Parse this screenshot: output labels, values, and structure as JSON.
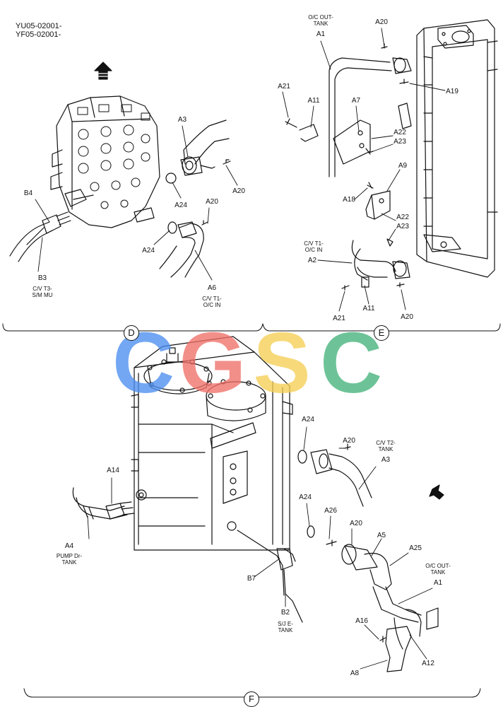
{
  "header": {
    "codes": [
      "YU05-02001-",
      "YF05-02001-"
    ]
  },
  "watermark": {
    "letters": [
      "C",
      "G",
      "S",
      "C"
    ],
    "colors": [
      "#4d8ff0",
      "#f07068",
      "#f5cf55",
      "#45b37a"
    ]
  },
  "views": [
    {
      "letter": "D"
    },
    {
      "letter": "E"
    },
    {
      "letter": "F"
    }
  ],
  "labels": {
    "A3_d": "A3",
    "A20_d1": "A20",
    "A24_d1": "A24",
    "A20_d2": "A20",
    "A24_d2": "A24",
    "A6": "A6",
    "B4": "B4",
    "B3": "B3",
    "A20_e1": "A20",
    "A1_e": "A1",
    "A19": "A19",
    "A21_e1": "A21",
    "A11_e1": "A11",
    "A7": "A7",
    "A22_e1": "A22",
    "A23_e1": "A23",
    "A9": "A9",
    "A18": "A18",
    "A22_e2": "A22",
    "A23_e2": "A23",
    "A2": "A2",
    "A21_e2": "A21",
    "A11_e2": "A11",
    "A20_e2": "A20",
    "A24_f1": "A24",
    "A20_f1": "A20",
    "A3_f": "A3",
    "A14": "A14",
    "A24_f2": "A24",
    "A26": "A26",
    "A20_f2": "A20",
    "A5": "A5",
    "A25": "A25",
    "A1_f": "A1",
    "A4": "A4",
    "B7": "B7",
    "B2": "B2",
    "A16": "A16",
    "A12": "A12",
    "A8": "A8"
  },
  "notes": {
    "cv_t3_sm_mu": "C/V T3-\nS/M MU",
    "cv_t1_oc_in_d": "C/V T1-\nO/C IN",
    "oc_out_tank_e": "O/C OUT-\nTANK",
    "cv_t1_oc_in_e": "C/V T1-\nO/C IN",
    "cv_t2_tank": "C/V T2-\nTANK",
    "oc_out_tank_f": "O/C OUT-\nTANK",
    "pump_dr_tank": "PUMP Dr-\nTANK",
    "sj_e_tank": "S/J E-\nTANK"
  },
  "icons": {
    "front_arrow": "front-direction-arrow-icon",
    "view_arrow": "view-direction-arrow-icon"
  }
}
